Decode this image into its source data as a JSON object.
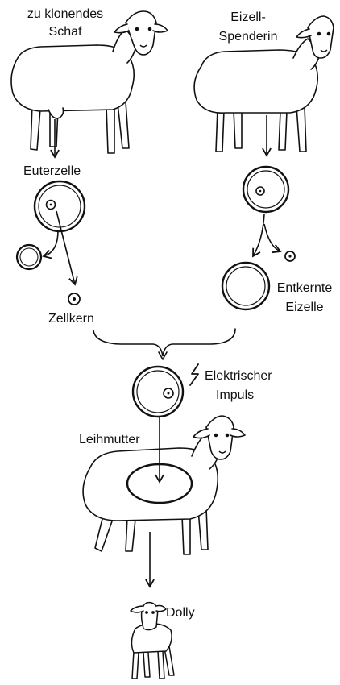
{
  "labels": {
    "source_sheep_line1": "zu klonendes",
    "source_sheep_line2": "Schaf",
    "donor_sheep_line1": "Eizell-",
    "donor_sheep_line2": "Spenderin",
    "udder_cell": "Euterzelle",
    "nucleus": "Zellkern",
    "enucleated_line1": "Entkernte",
    "enucleated_line2": "Eizelle",
    "impulse_line1": "Elektrischer",
    "impulse_line2": "Impuls",
    "surrogate": "Leihmutter",
    "dolly": "Dolly"
  },
  "colors": {
    "ink": "#111111",
    "background": "#ffffff"
  }
}
